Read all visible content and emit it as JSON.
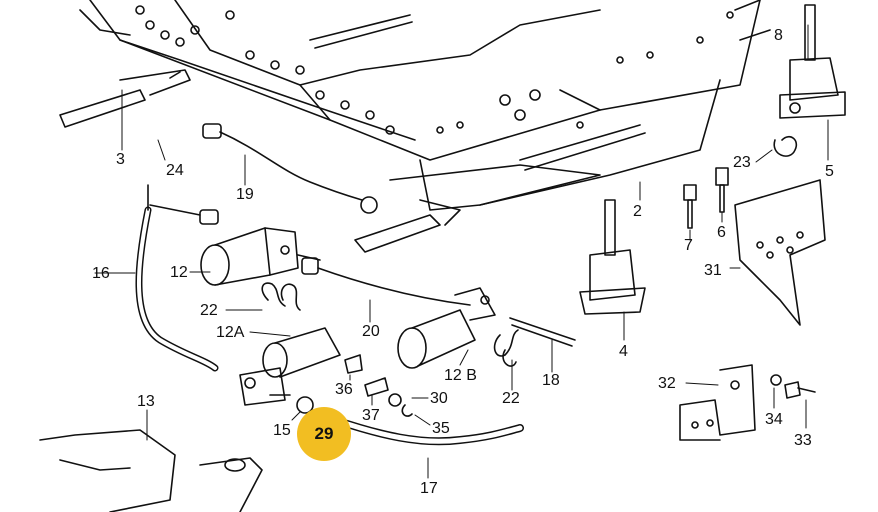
{
  "highlight": {
    "label": "29",
    "color": "#F2BE22"
  },
  "labels": {
    "l3": "3",
    "l24": "24",
    "l19": "19",
    "l16": "16",
    "l12": "12",
    "l22a": "22",
    "l12a": "12A",
    "l36": "36",
    "l37": "37",
    "l30": "30",
    "l35": "35",
    "l15": "15",
    "l12b": "12 B",
    "l22b": "22",
    "l18": "18",
    "l20": "20",
    "l17": "17",
    "l13": "13",
    "l8": "8",
    "l5": "5",
    "l23": "23",
    "l7": "7",
    "l6": "6",
    "l2": "2",
    "l31": "31",
    "l4": "4",
    "l32": "32",
    "l34": "34",
    "l33": "33"
  }
}
